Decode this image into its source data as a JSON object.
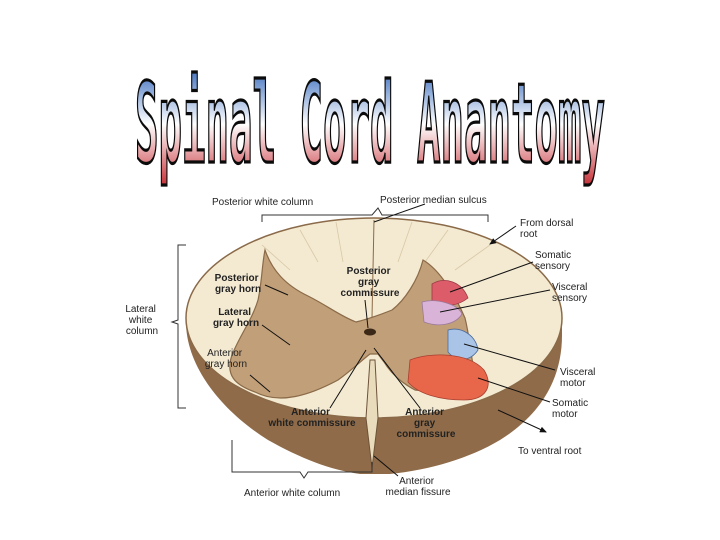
{
  "title": "Spinal Cord Anantomy",
  "colors": {
    "title_top": "#1e58b4",
    "title_mid": "#ffffff",
    "title_bottom": "#c4262e",
    "white_matter": "#f4ead2",
    "gray_matter": "#c19f78",
    "disc_side": "#8f6b49",
    "somatic_sensory": "#dc5c6a",
    "visceral_sensory": "#d9b4d8",
    "visceral_motor": "#a9c4e6",
    "somatic_motor": "#e8664a"
  },
  "labels": {
    "posterior_white_column": "Posterior white column",
    "posterior_median_sulcus": "Posterior median sulcus",
    "from_dorsal_root": [
      "From dorsal",
      "root"
    ],
    "somatic_sensory": [
      "Somatic",
      "sensory"
    ],
    "visceral_sensory": [
      "Visceral",
      "sensory"
    ],
    "visceral_motor": [
      "Visceral",
      "motor"
    ],
    "somatic_motor": [
      "Somatic",
      "motor"
    ],
    "to_ventral_root": "To ventral root",
    "lateral_white_column": [
      "Lateral",
      "white",
      "column"
    ],
    "posterior_gray_horn": [
      "Posterior",
      "gray horn"
    ],
    "lateral_gray_horn": [
      "Lateral",
      "gray horn"
    ],
    "anterior_gray_horn": [
      "Anterior",
      "gray horn"
    ],
    "posterior_gray_commissure": [
      "Posterior",
      "gray",
      "commissure"
    ],
    "anterior_white_commissure": [
      "Anterior",
      "white commissure"
    ],
    "anterior_gray_commissure": [
      "Anterior",
      "gray",
      "commissure"
    ],
    "anterior_white_column": "Anterior white column",
    "anterior_median_fissure": [
      "Anterior",
      "median fissure"
    ]
  }
}
